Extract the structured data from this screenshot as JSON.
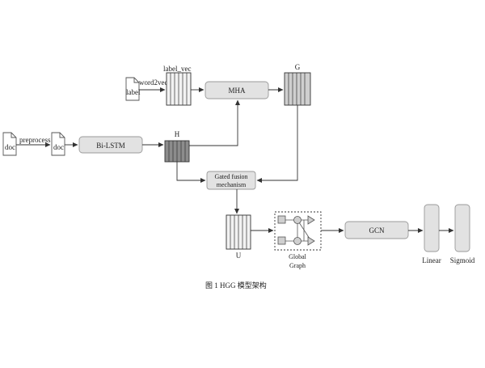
{
  "labels": {
    "doc_left": "doc",
    "preprocess": "preprocess",
    "doc_right": "doc",
    "bilstm": "Bi-LSTM",
    "h": "H",
    "label": "label",
    "word2vec": "word2vec",
    "label_vec": "label_vec",
    "mha": "MHA",
    "g": "G",
    "gated_line1": "Gated fusion",
    "gated_line2": "mechanism",
    "u": "U",
    "global_line1": "Global",
    "global_line2": "Graph",
    "gcn": "GCN",
    "linear": "Linear",
    "sigmoid": "Sigmoid"
  },
  "caption": "图 1    HGG 模型架构",
  "colors": {
    "box_fill": "#e2e2e2",
    "box_stroke": "#9a9a9a",
    "stack_light": "#f2f2f2",
    "stack_mid": "#cfcfcf",
    "stack_dark": "#8c8c8c",
    "line": "#333333"
  }
}
